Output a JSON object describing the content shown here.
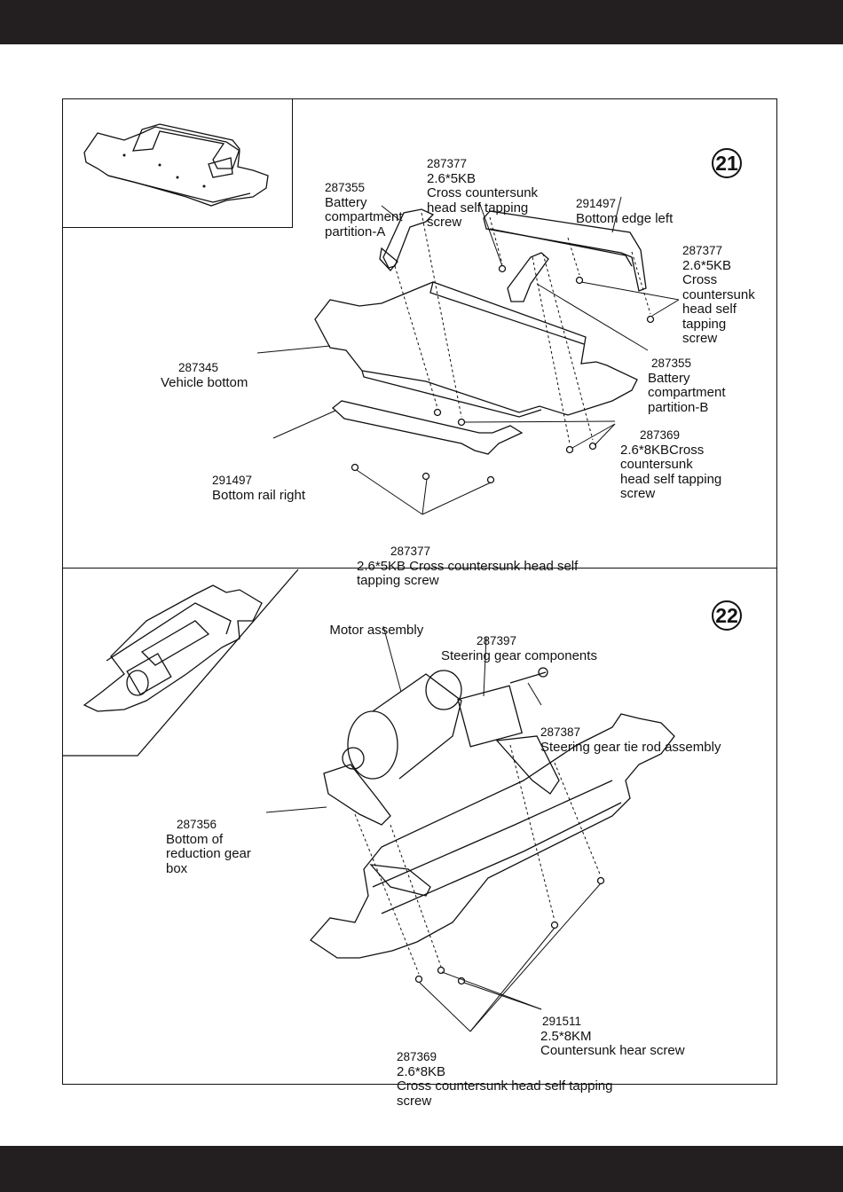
{
  "step21": {
    "number": "21",
    "labels": {
      "screw_top": {
        "part": "287377",
        "text": "2.6*5KB\nCross countersunk\nhead self tapping\nscrew"
      },
      "partition_a": {
        "part": "287355",
        "text": "Battery\ncompartment\npartition-A"
      },
      "edge_left": {
        "part": "291497",
        "text": "Bottom edge left"
      },
      "screw_right": {
        "part": "287377",
        "text": "2.6*5KB\nCross\ncountersunk\nhead self\ntapping\nscrew"
      },
      "vehicle_bottom": {
        "part": "287345",
        "text": "Vehicle bottom"
      },
      "partition_b": {
        "part": "287355",
        "text": "Battery\ncompartment\npartition-B"
      },
      "screw_8kb": {
        "part": "287369",
        "text": "2.6*8KBCross\ncountersunk\nhead self tapping\nscrew"
      },
      "rail_right": {
        "part": "291497",
        "text": "Bottom rail right"
      },
      "screw_bottom": {
        "part": "287377",
        "text": "2.6*5KB Cross countersunk head self\ntapping screw"
      }
    }
  },
  "step22": {
    "number": "22",
    "labels": {
      "motor": {
        "part": "",
        "text": "Motor assembly"
      },
      "steering_gear": {
        "part": "287397",
        "text": "Steering gear components"
      },
      "tie_rod": {
        "part": "287387",
        "text": "Steering gear tie rod assembly"
      },
      "reduction_box": {
        "part": "287356",
        "text": "Bottom of\nreduction gear\nbox"
      },
      "countersunk_screw": {
        "part": "291511",
        "text": "2.5*8KM\nCountersunk hear screw"
      },
      "screw_8kb": {
        "part": "287369",
        "text": "2.6*8KB\nCross countersunk head self tapping\nscrew"
      }
    }
  }
}
